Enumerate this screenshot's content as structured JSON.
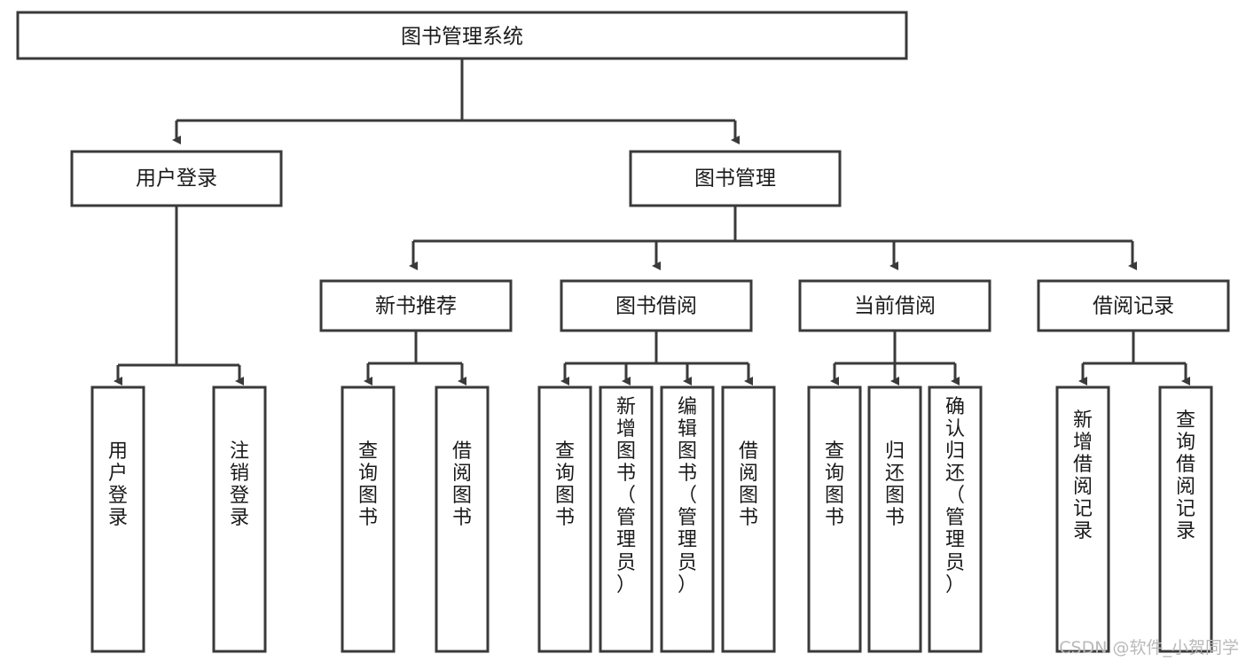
{
  "diagram": {
    "title": "图书管理系统",
    "watermark": "CSDN @软件_小贺同学",
    "colors": {
      "stroke": "#3a3a3a",
      "fill": "#ffffff",
      "text": "#1a1a1a",
      "watermark": "#b9b9b9",
      "background": "#ffffff"
    },
    "levels": {
      "root": {
        "label": "图书管理系统"
      },
      "level2": [
        {
          "label": "用户登录"
        },
        {
          "label": "图书管理"
        }
      ],
      "level3": [
        {
          "label": "新书推荐"
        },
        {
          "label": "图书借阅"
        },
        {
          "label": "当前借阅"
        },
        {
          "label": "借阅记录"
        }
      ],
      "leaves": {
        "user_login": [
          {
            "label": "用户登录"
          },
          {
            "label": "注销登录"
          }
        ],
        "new_book_recommend": [
          {
            "label": "查询图书"
          },
          {
            "label": "借阅图书"
          }
        ],
        "book_borrow": [
          {
            "label": "查询图书"
          },
          {
            "label": "新增图书（管理员）"
          },
          {
            "label": "编辑图书（管理员）"
          },
          {
            "label": "借阅图书"
          }
        ],
        "current_borrow": [
          {
            "label": "查询图书"
          },
          {
            "label": "归还图书"
          },
          {
            "label": "确认归还（管理员）"
          }
        ],
        "borrow_records": [
          {
            "label": "新增借阅记录"
          },
          {
            "label": "查询借阅记录"
          }
        ]
      }
    }
  }
}
